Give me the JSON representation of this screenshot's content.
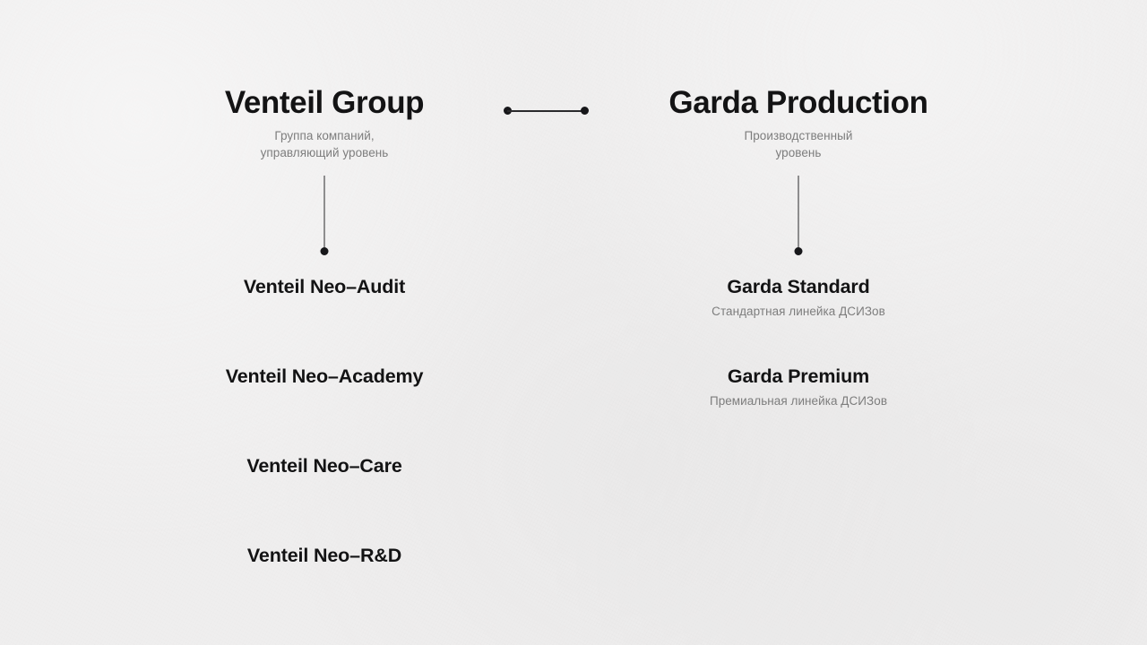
{
  "theme": {
    "background": "#efeeee",
    "text_primary": "#131314",
    "text_secondary": "#7d7d7d",
    "connector": "#2a2a2c"
  },
  "diagram": {
    "type": "organization-structure",
    "connector_between_groups": "horizontal-line-with-end-dots"
  },
  "groups": [
    {
      "id": "venteil",
      "title": "Venteil Group",
      "subtitle_line1": "Группа компаний,",
      "subtitle_line2": "управляющий уровень",
      "children": [
        {
          "title": "Venteil Neo–Audit",
          "subtitle": ""
        },
        {
          "title": "Venteil Neo–Academy",
          "subtitle": ""
        },
        {
          "title": "Venteil Neo–Care",
          "subtitle": ""
        },
        {
          "title": "Venteil Neo–R&D",
          "subtitle": ""
        }
      ]
    },
    {
      "id": "garda",
      "title": "Garda Production",
      "subtitle_line1": "Производственный",
      "subtitle_line2": "уровень",
      "children": [
        {
          "title": "Garda Standard",
          "subtitle": "Стандартная линейка ДСИЗов"
        },
        {
          "title": "Garda Premium",
          "subtitle": "Премиальная линейка ДСИЗов"
        }
      ]
    }
  ]
}
